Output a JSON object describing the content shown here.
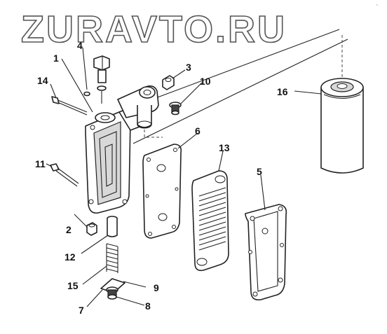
{
  "watermark": "ZURAVTO.RU",
  "corner_mark": "~",
  "callouts": [
    {
      "id": "1",
      "label": "1"
    },
    {
      "id": "2",
      "label": "2"
    },
    {
      "id": "3",
      "label": "3"
    },
    {
      "id": "4",
      "label": "4"
    },
    {
      "id": "5",
      "label": "5"
    },
    {
      "id": "6",
      "label": "6"
    },
    {
      "id": "7",
      "label": "7"
    },
    {
      "id": "8",
      "label": "8"
    },
    {
      "id": "9",
      "label": "9"
    },
    {
      "id": "10",
      "label": "10"
    },
    {
      "id": "11",
      "label": "11"
    },
    {
      "id": "12",
      "label": "12"
    },
    {
      "id": "13",
      "label": "13"
    },
    {
      "id": "14",
      "label": "14"
    },
    {
      "id": "15",
      "label": "15"
    },
    {
      "id": "16",
      "label": "16"
    }
  ]
}
